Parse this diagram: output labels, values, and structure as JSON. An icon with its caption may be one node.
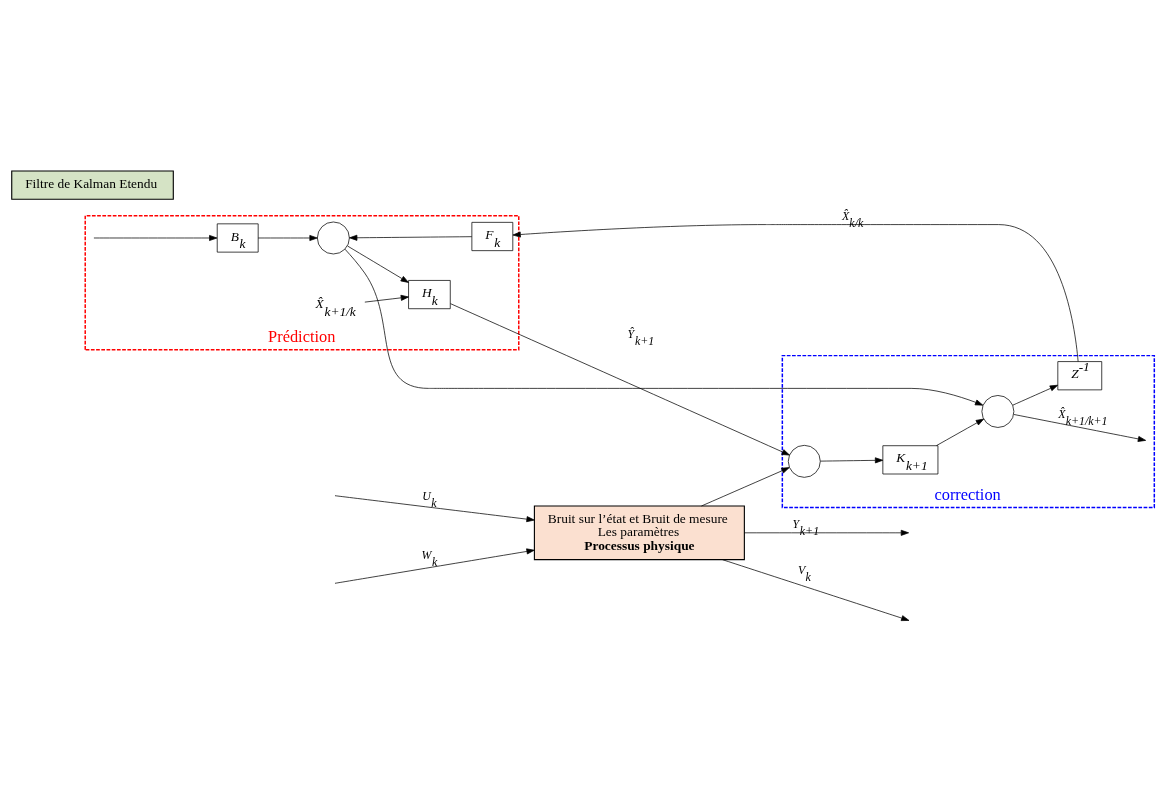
{
  "diagram": {
    "nodes": [
      {
        "text": [
          "Bruit sur l’état et Bruit de mesure",
          "Les paramètres",
          "Processus physique"
        ]
      },
      {
        "text": [
          "Filtre de Kalman Etendu"
        ]
      },
      {
        "text": [
          "Prédiction"
        ]
      },
      {
        "text": [
          "correction"
        ]
      },
      {
        "text": [
          "X̂$_{k+1/k}$"
        ],
        "in": 2
      },
      {
        "text": [
          "H$_{k}$"
        ],
        "in": 2
      },
      {
        "text": [
          "B$_{k}$"
        ],
        "in": 2
      },
      {
        "text": [],
        "shape": "circle",
        "in": 2
      },
      {
        "text": [
          "F$_{k}$"
        ],
        "in": 2
      },
      {
        "text": [],
        "shape": "circle",
        "in": 3
      },
      {
        "text": [
          "K$_{k+1}$"
        ],
        "in": 3
      },
      {
        "text": [],
        "shape": "circle",
        "in": 3
      },
      {
        "text": [
          "Z$^{-1}$"
        ],
        "in": 3
      }
    ],
    "edges": [
      {
        "from": null,
        "to": 0,
        "arrow": "to",
        "label": "W$_{k}$"
      },
      {
        "from": null,
        "to": 0,
        "arrow": "to",
        "label": "U$_{k}$"
      },
      {
        "from": null,
        "to": 6,
        "arrow": "to"
      },
      {
        "from": 0,
        "to": null,
        "arrow": "to",
        "label": "V$_{k}$"
      },
      {
        "from": 0,
        "to": null,
        "arrow": "to",
        "label": "Y$_{k+1}$"
      },
      {
        "from": 0,
        "to": 9,
        "arrow": "to"
      },
      {
        "from": 6,
        "to": 7,
        "arrow": "to"
      },
      {
        "from": 4,
        "to": 5,
        "arrow": "to"
      },
      {
        "from": 7,
        "to": 5,
        "arrow": "to"
      },
      {
        "from": 5,
        "to": 9,
        "arrow": "to",
        "label": "Ŷ$_{k+1}$"
      },
      {
        "from": 9,
        "to": 10,
        "arrow": "to"
      },
      {
        "from": 10,
        "to": 11,
        "arrow": "to"
      },
      {
        "from": 7,
        "to": 11,
        "arrow": "to"
      },
      {
        "from": 11,
        "to": null,
        "arrow": "to",
        "label": "X̂$_{k+1/k+1}$"
      },
      {
        "from": 11,
        "to": 12,
        "arrow": "to"
      },
      {
        "from": 12,
        "to": 8,
        "arrow": "to",
        "label": "X̂$_{k/k}$"
      },
      {
        "from": 8,
        "to": 7,
        "arrow": "to"
      }
    ]
  }
}
